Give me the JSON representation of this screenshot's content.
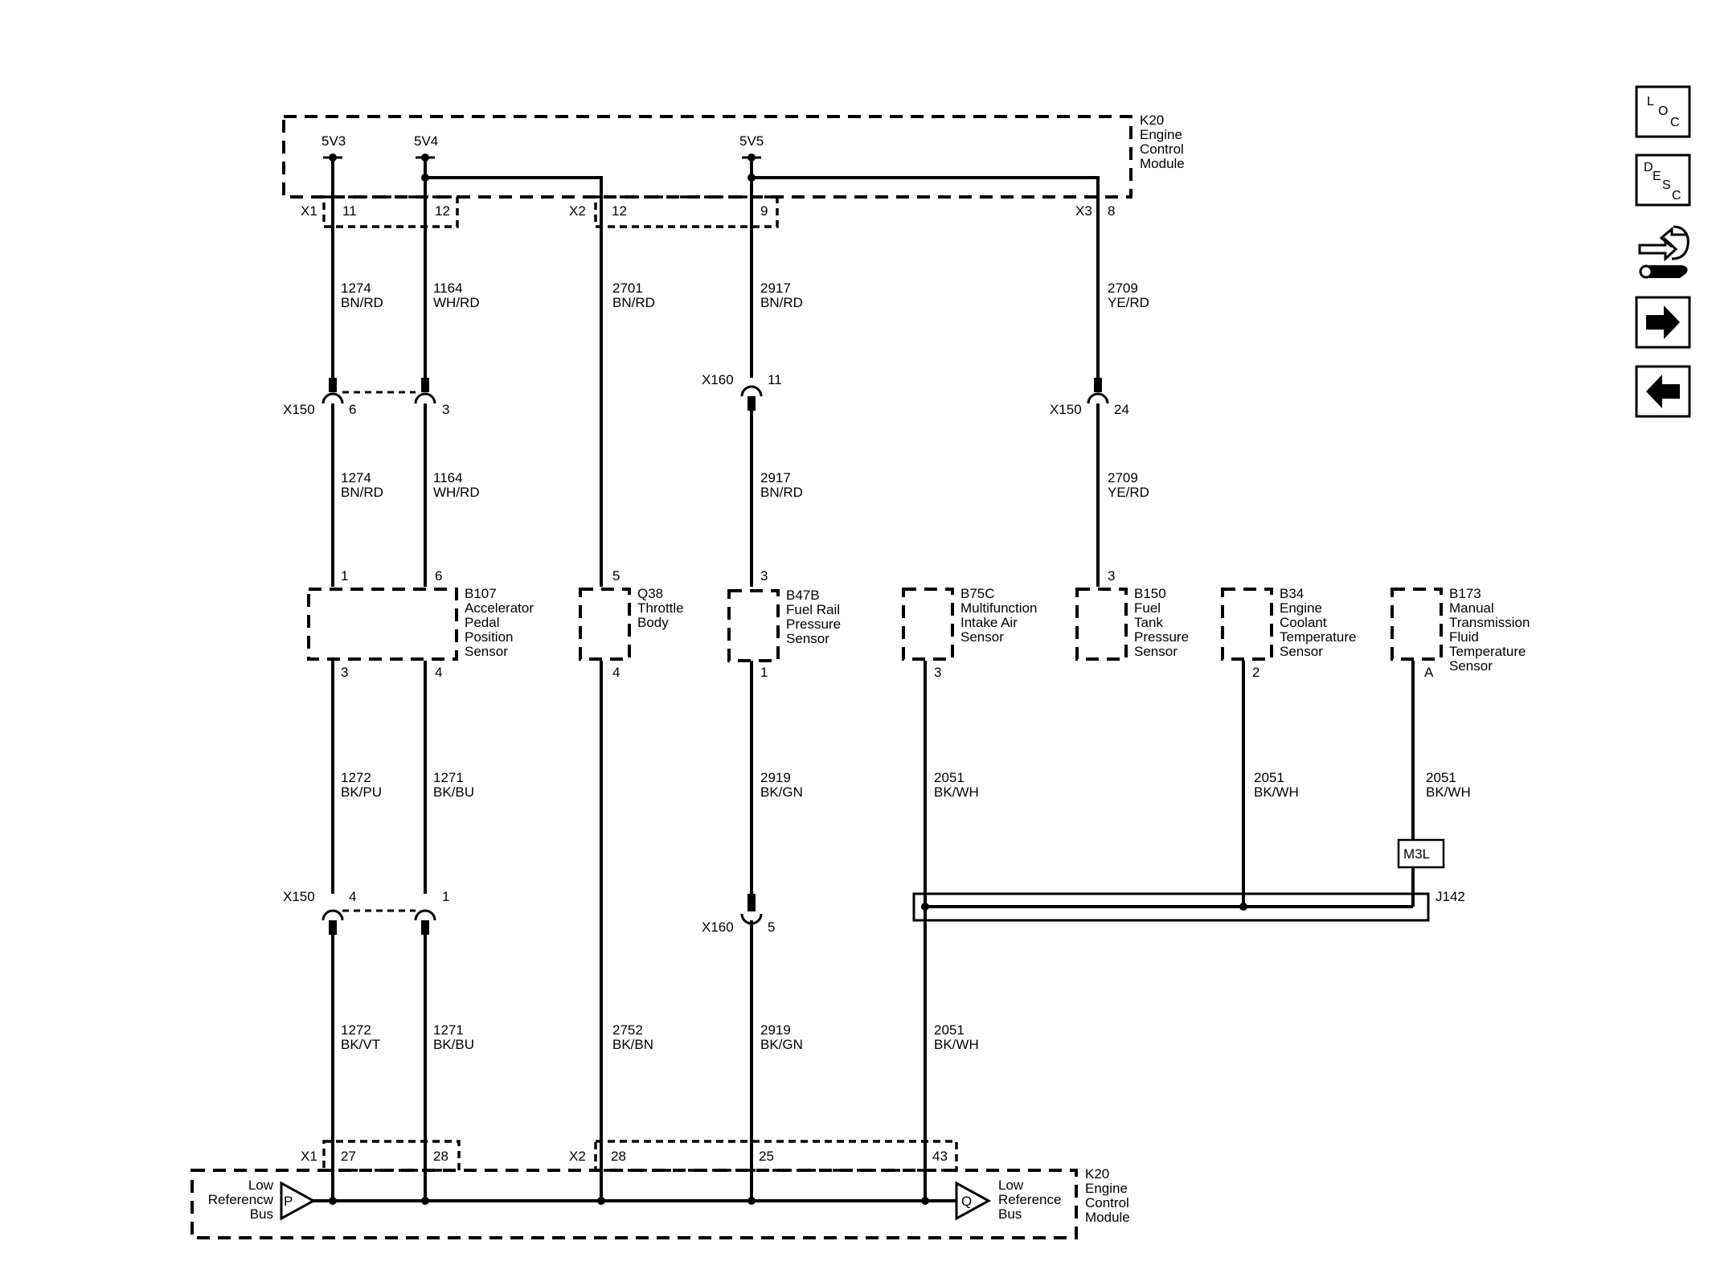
{
  "ecm": {
    "id": "K20",
    "name": [
      "Engine",
      "Control",
      "Module"
    ],
    "supplies": [
      "5V3",
      "5V4",
      "5V5"
    ],
    "bus_left": [
      "Low",
      "Referencw",
      "Bus"
    ],
    "bus_right": [
      "Low",
      "Reference",
      "Bus"
    ],
    "bus_left_marker": "P",
    "bus_right_marker": "Q"
  },
  "connectors": {
    "x1": "X1",
    "x2": "X2",
    "x3": "X3",
    "x150": "X150",
    "x160": "X160",
    "top_pins": [
      "11",
      "12",
      "12",
      "9",
      "8"
    ],
    "bottom_pins": [
      "27",
      "28",
      "28",
      "25",
      "43"
    ],
    "x150_top_pins": [
      "6",
      "3",
      "24"
    ],
    "x150_bottom_pins": [
      "4",
      "1"
    ],
    "x160_pins": [
      "11",
      "5"
    ]
  },
  "wires": {
    "w1274": [
      "1274",
      "BN/RD"
    ],
    "w1164": [
      "1164",
      "WH/RD"
    ],
    "w2701": [
      "2701",
      "BN/RD"
    ],
    "w2917": [
      "2917",
      "BN/RD"
    ],
    "w2709": [
      "2709",
      "YE/RD"
    ],
    "w1272a": [
      "1272",
      "BK/PU"
    ],
    "w1271": [
      "1271",
      "BK/BU"
    ],
    "w2919": [
      "2919",
      "BK/GN"
    ],
    "w2051": [
      "2051",
      "BK/WH"
    ],
    "w1272b": [
      "1272",
      "BK/VT"
    ],
    "w2752": [
      "2752",
      "BK/BN"
    ]
  },
  "components": {
    "b107": {
      "name": [
        "B107",
        "Accelerator",
        "Pedal",
        "Position",
        "Sensor"
      ],
      "pins_top": [
        "1",
        "6"
      ],
      "pins_bottom": [
        "3",
        "4"
      ]
    },
    "q38": {
      "name": [
        "Q38",
        "Throttle",
        "Body"
      ],
      "pin_top": "5",
      "pin_bottom": "4"
    },
    "b47b": {
      "name": [
        "B47B",
        "Fuel Rail",
        "Pressure",
        "Sensor"
      ],
      "pin_top": "3",
      "pin_bottom": "1"
    },
    "b75c": {
      "name": [
        "B75C",
        "Multifunction",
        "Intake Air",
        "Sensor"
      ],
      "pin_bottom": "3"
    },
    "b150": {
      "name": [
        "B150",
        "Fuel",
        "Tank",
        "Pressure",
        "Sensor"
      ],
      "pin_top": "3"
    },
    "b34": {
      "name": [
        "B34",
        "Engine",
        "Coolant",
        "Temperature",
        "Sensor"
      ],
      "pin_bottom": "2"
    },
    "b173": {
      "name": [
        "B173",
        "Manual",
        "Transmission",
        "Fluid",
        "Temperature",
        "Sensor"
      ],
      "pin_bottom": "A"
    }
  },
  "splice": {
    "pack": "J142",
    "label": "M3L"
  },
  "nav": {
    "loc": [
      "L",
      "O",
      "C"
    ],
    "desc": [
      "D",
      "E",
      "S",
      "C"
    ]
  }
}
